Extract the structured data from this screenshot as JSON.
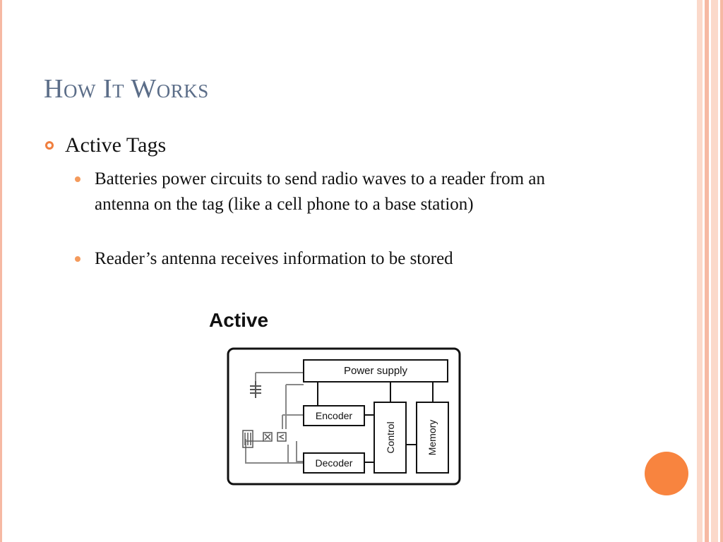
{
  "slide": {
    "title": "How It Works",
    "bullet": "Active Tags",
    "sub_bullets": [
      "Batteries power circuits to send radio waves to a reader from an antenna on the tag (like a cell phone to a base station)",
      "Reader’s antenna receives information to be stored"
    ]
  },
  "diagram": {
    "heading": "Active",
    "blocks": {
      "power": "Power supply",
      "encoder": "Encoder",
      "decoder": "Decoder",
      "control": "Control",
      "memory": "Memory"
    }
  },
  "theme": {
    "accent": "#f8843f",
    "frame": "#f6b9a3",
    "title_color": "#5b6d88"
  }
}
